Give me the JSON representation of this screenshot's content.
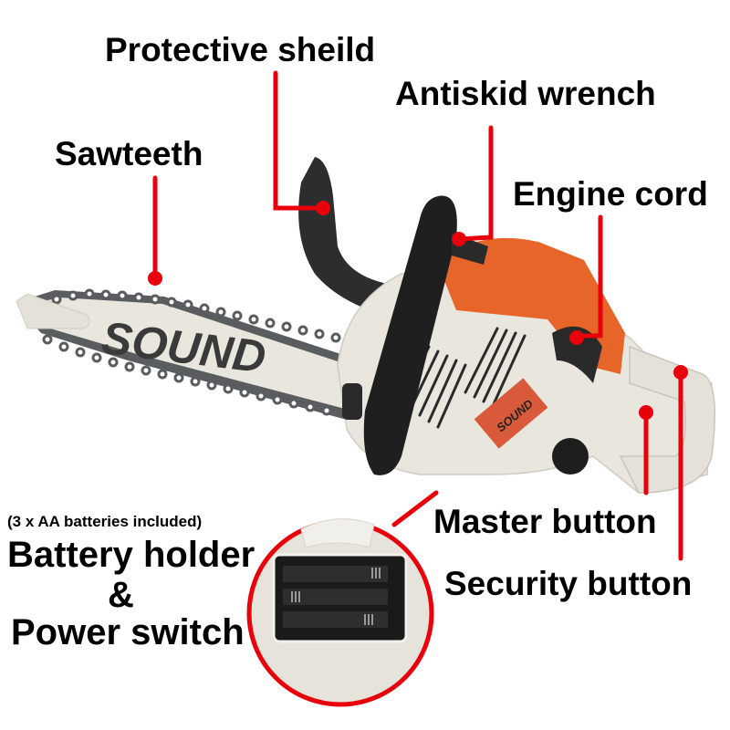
{
  "labels": {
    "protective_shield": "Protective sheild",
    "antiskid_wrench": "Antiskid wrench",
    "sawteeth": "Sawteeth",
    "engine_cord": "Engine cord",
    "master_button": "Master button",
    "security_button": "Security button",
    "battery_note": "(3 x AA batteries included)",
    "battery_holder": "Battery holder",
    "ampersand": "&",
    "power_switch": "Power switch"
  },
  "product": {
    "bar_brand": "SOUND",
    "body_brand": "SOUND"
  },
  "colors": {
    "callout_red": "#e8000b",
    "body_orange": "#e8652a",
    "body_cream": "#e9e6dd",
    "handle_black": "#2a2a2a",
    "chain_gray": "#5a5d60"
  }
}
